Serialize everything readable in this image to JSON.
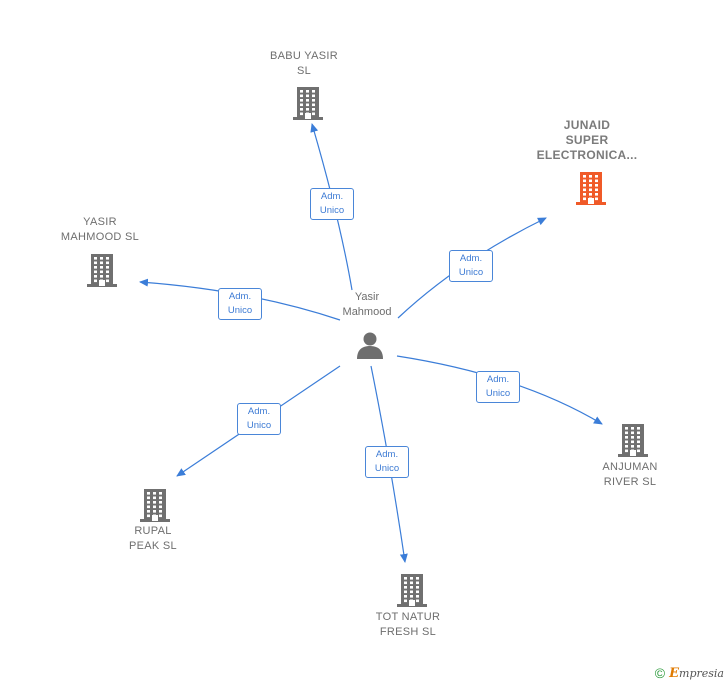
{
  "center": {
    "label": "Yasir\nMahmood",
    "icon": "person-icon"
  },
  "nodes": [
    {
      "id": "babu",
      "label": "BABU YASIR\nSL",
      "icon": "building-icon",
      "color": "#707070",
      "highlight": false
    },
    {
      "id": "junaid",
      "label": "JUNAID\nSUPER\nELECTRONICA...",
      "icon": "building-icon",
      "color": "#f05a28",
      "highlight": true
    },
    {
      "id": "yasir",
      "label": "YASIR\nMAHMOOD  SL",
      "icon": "building-icon",
      "color": "#707070",
      "highlight": false
    },
    {
      "id": "anjuman",
      "label": "ANJUMAN\nRIVER  SL",
      "icon": "building-icon",
      "color": "#707070",
      "highlight": false
    },
    {
      "id": "rupal",
      "label": "RUPAL\nPEAK  SL",
      "icon": "building-icon",
      "color": "#707070",
      "highlight": false
    },
    {
      "id": "totnatur",
      "label": "TOT NATUR\nFRESH  SL",
      "icon": "building-icon",
      "color": "#707070",
      "highlight": false
    }
  ],
  "edges": [
    {
      "to": "babu",
      "line1": "Adm.",
      "line2": "Unico"
    },
    {
      "to": "junaid",
      "line1": "Adm.",
      "line2": "Unico"
    },
    {
      "to": "yasir",
      "line1": "Adm.",
      "line2": "Unico"
    },
    {
      "to": "anjuman",
      "line1": "Adm.",
      "line2": "Unico"
    },
    {
      "to": "rupal",
      "line1": "Adm.",
      "line2": "Unico"
    },
    {
      "to": "totnatur",
      "line1": "Adm.",
      "line2": "Unico"
    }
  ],
  "colors": {
    "edge": "#3b7dd8",
    "node": "#707070",
    "highlight": "#f05a28"
  },
  "footer": {
    "copyright": "©",
    "brand_initial": "E",
    "brand_rest": "mpresia"
  }
}
